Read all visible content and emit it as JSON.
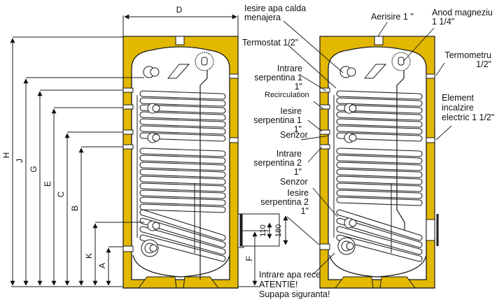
{
  "title": "Boiler tank with 2 serpentine coils - connection diagram",
  "colors": {
    "insulation": "#E2B800",
    "line": "#1a1a1a",
    "background": "#ffffff"
  },
  "dimensions": {
    "width_label": "D",
    "height_labels": [
      "H",
      "J",
      "G",
      "E",
      "C",
      "B",
      "K",
      "A"
    ],
    "flange_label": "F",
    "flange_inner": "110",
    "flange_outer": "180"
  },
  "labels": {
    "hot_water_outlet": "Iesire apa calda\nmenajera",
    "thermostat": "Termostat 1/2\"",
    "coil1_inlet": "Intrare\nserpentina 1\n1\"",
    "recirculation": "Recirculation",
    "coil1_outlet": "Iesire\nserpentina 1\n1\"",
    "sensor_1": "Senzor",
    "coil2_inlet": "Intrare\nserpentina 2\n1\"",
    "sensor_2": "Senzor",
    "coil2_outlet": "Iesire\nserpentina 2\n1\"",
    "cold_water_inlet": "Intrare apa rece\nATENTIE!\nSupapa siguranta!",
    "air_vent": "Aerisire 1 \"",
    "magnesium_anode": "Anod magneziu\n1 1/4\"",
    "thermometer": "Termometru\n1/2\"",
    "electric_heater": "Element\nincalzire\nelectric 1 1/2\""
  }
}
